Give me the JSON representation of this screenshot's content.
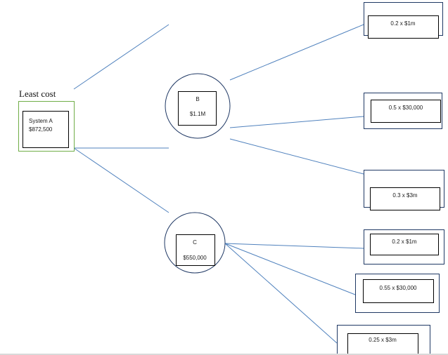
{
  "title": "Least cost",
  "root": {
    "name": "System A",
    "value": "$872,500"
  },
  "nodes": {
    "b": {
      "name": "B",
      "value": "$1.1M"
    },
    "c": {
      "name": "C",
      "value": "$550,000"
    }
  },
  "outcomes": {
    "b": [
      "0.2 x $1m",
      "0.5 x $30,000",
      "0.3 x $3m"
    ],
    "c": [
      "0.2 x $1m",
      "0.55 x $30,000",
      "0.25 x $3m"
    ]
  },
  "colors": {
    "branch_line": "#4f81bd",
    "outer_border": "#1f3864",
    "root_border": "#70ad47",
    "inner_border": "#000000"
  }
}
